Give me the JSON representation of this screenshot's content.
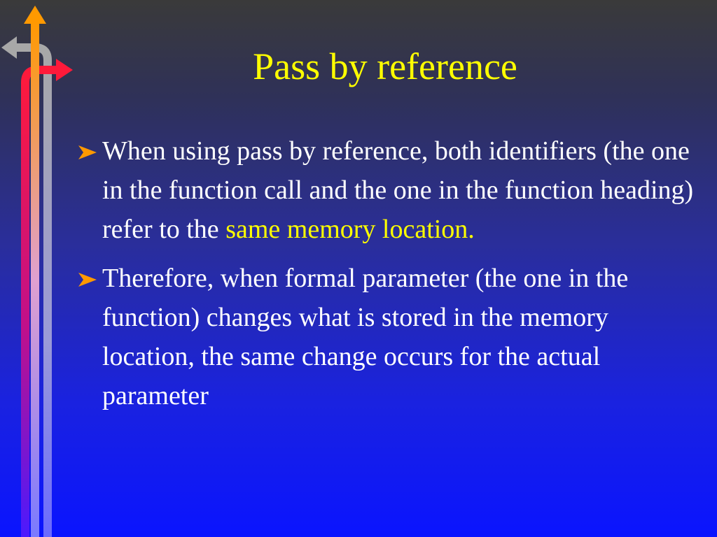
{
  "slide": {
    "title": "Pass by reference",
    "bullets": [
      {
        "text_before": "When using pass by reference, both identifiers (the one in the function call and the one in the function heading) refer to the ",
        "highlight": "same memory location.",
        "text_after": ""
      },
      {
        "text_before": "Therefore, when formal parameter (the one in the function) changes what is stored in the memory location, the same change occurs for the actual parameter",
        "highlight": "",
        "text_after": ""
      }
    ]
  },
  "colors": {
    "title": "#ffff00",
    "body_text": "#ffffff",
    "highlight": "#ffff00",
    "bullet_icon": "#ff9900",
    "arrow_orange": "#ff9900",
    "arrow_red": "#ff1a3a",
    "arrow_gray": "#a8a8a8"
  },
  "icons": {
    "bullet": "arrowhead-bullet-icon",
    "decoration": [
      "arrow-up-icon",
      "arrow-right-icon",
      "arrow-left-icon"
    ]
  }
}
